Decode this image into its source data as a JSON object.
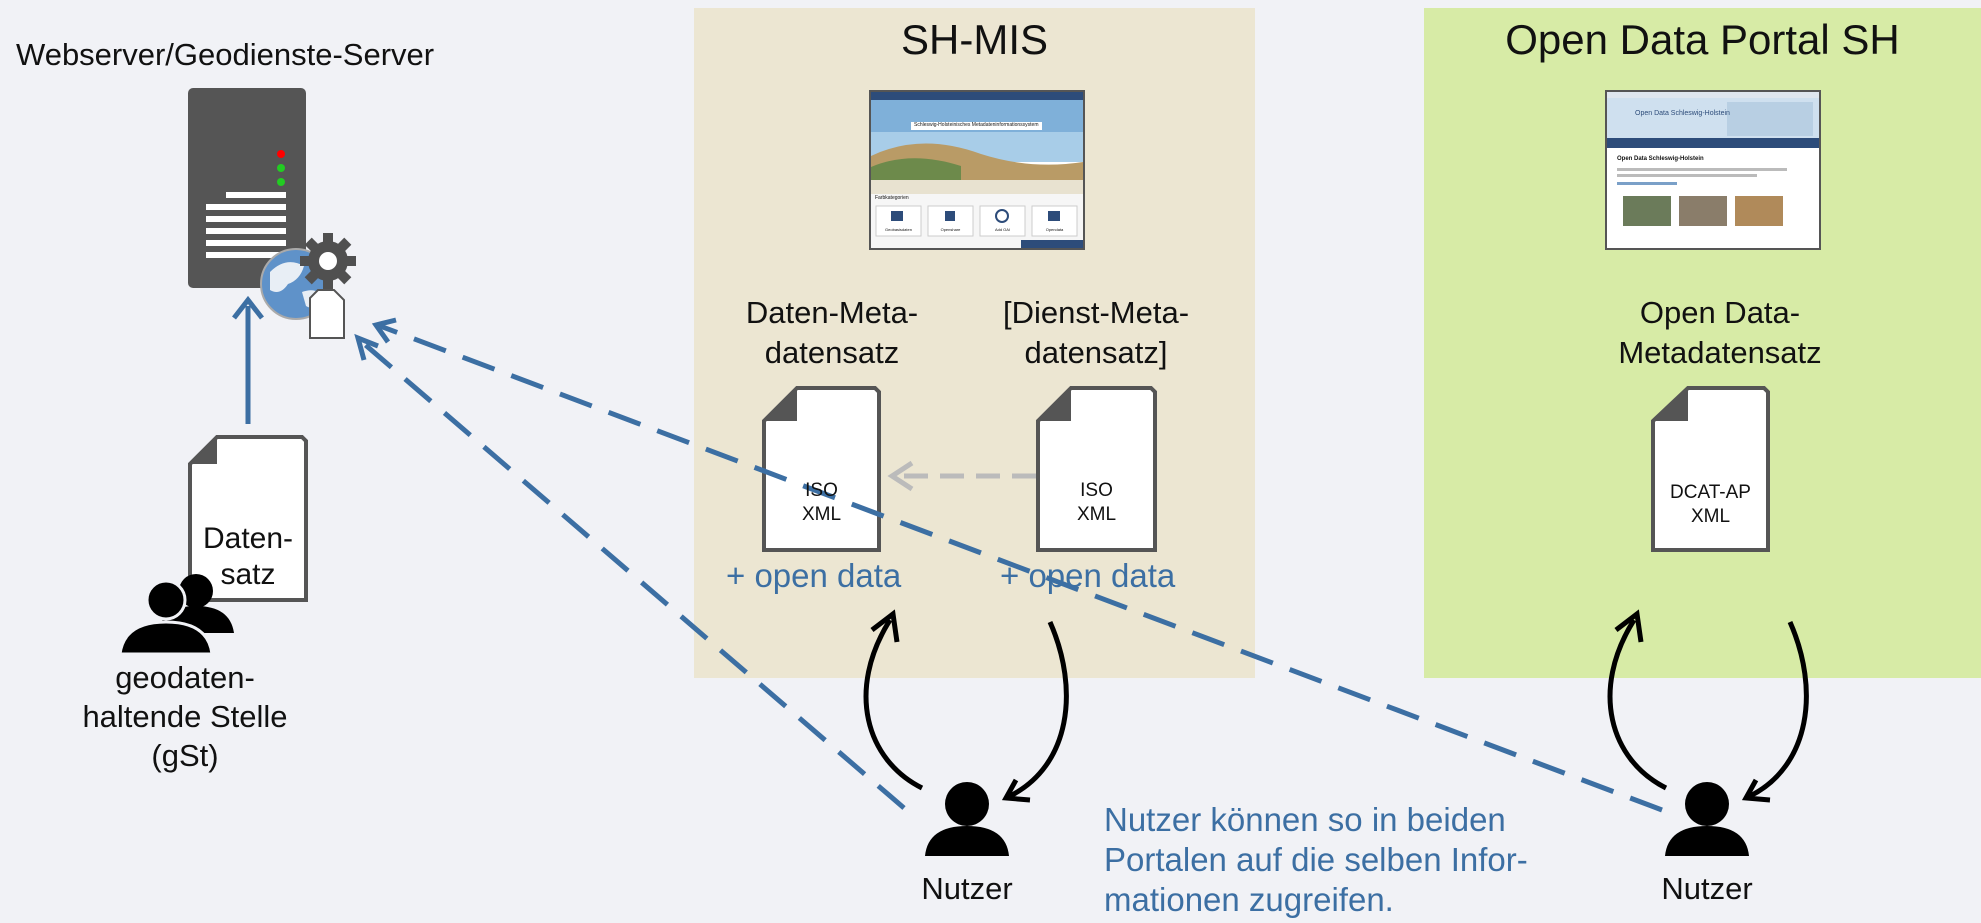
{
  "colors": {
    "background": "#f1f2f6",
    "sh_mis_panel": "#ece6d2",
    "open_data_panel": "#d7eba6",
    "blue_link": "#3c6fa3",
    "server": "#555555",
    "led_red": "#ff0000",
    "led_green": "#22cc22",
    "dashed_grey": "#bbbbbb"
  },
  "server": {
    "title": "Webserver/Geodienste-Server"
  },
  "dataset": {
    "line1": "Daten-",
    "line2": "satz"
  },
  "gst": {
    "line1": "geodaten-",
    "line2": "haltende Stelle",
    "line3": "(gSt)"
  },
  "shmis": {
    "title": "SH-MIS",
    "screenshot_banner": "Schleswig-Holsteinisches Metadateninformationssystem",
    "screenshot_section": "Farbkategorien",
    "screenshot_tiles": [
      "Geobasisdaten",
      "Openshare",
      "Add OAI",
      "Opendata"
    ],
    "data_meta": {
      "line1": "Daten-Meta-",
      "line2": "datensatz",
      "doc_l1": "ISO",
      "doc_l2": "XML",
      "open": "+ open data"
    },
    "service_meta": {
      "line1": "[Dienst-Meta-",
      "line2": "datensatz]",
      "doc_l1": "ISO",
      "doc_l2": "XML",
      "open": "+ open data"
    }
  },
  "odp": {
    "title": "Open Data Portal SH",
    "screenshot_header": "Open Data Schleswig-Holstein",
    "screenshot_heading": "Open Data Schleswig-Holstein",
    "meta": {
      "line1": "Open Data-",
      "line2": "Metadatensatz",
      "doc_l1": "DCAT-AP",
      "doc_l2": "XML"
    }
  },
  "user_label": "Nutzer",
  "note": {
    "line1": "Nutzer können so in beiden",
    "line2": "Portalen auf die selben Infor-",
    "line3": "mationen zugreifen."
  }
}
